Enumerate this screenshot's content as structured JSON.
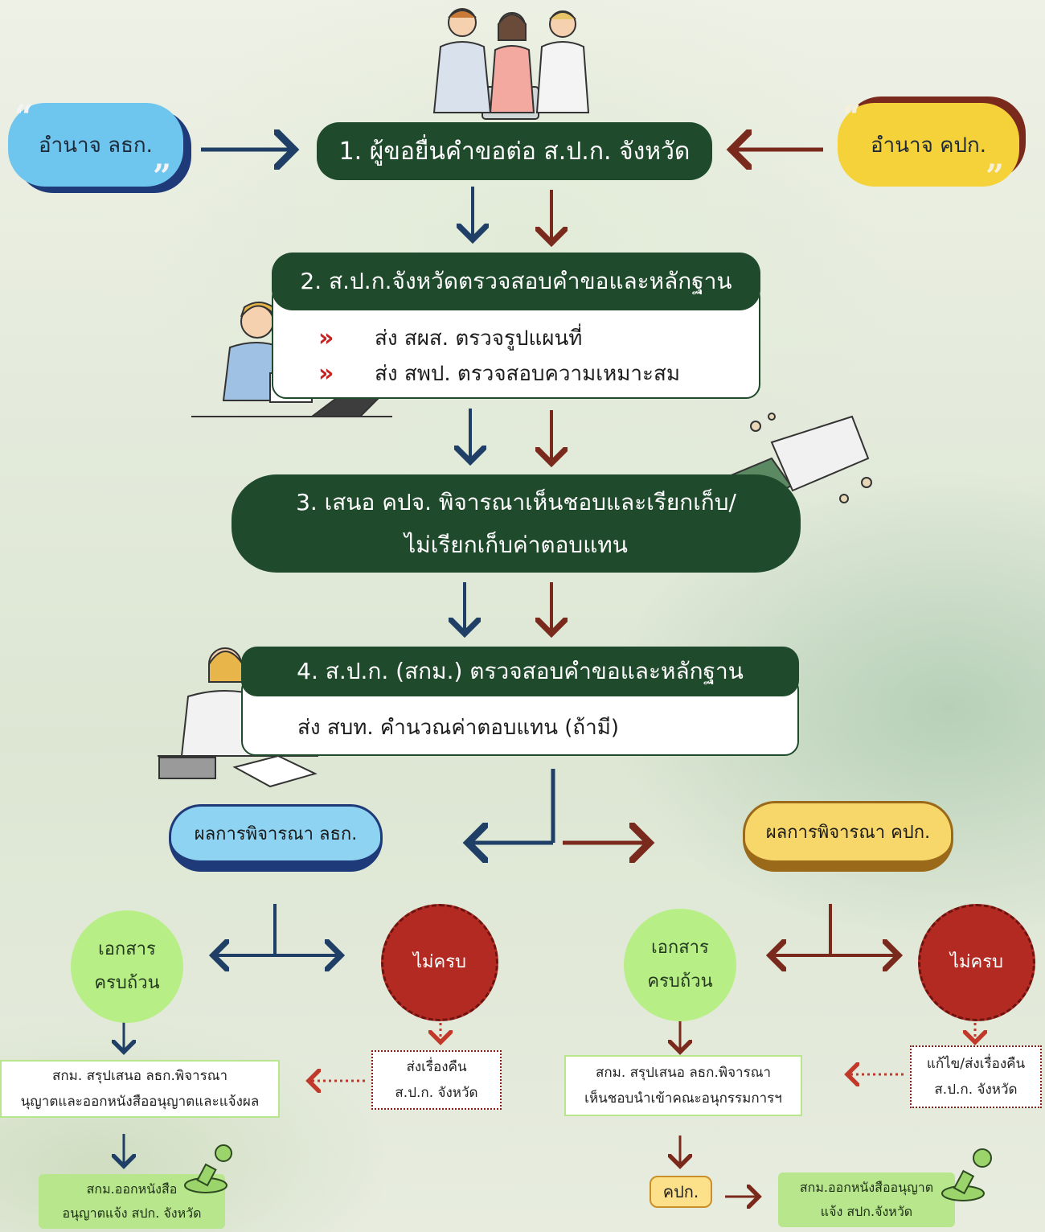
{
  "authority_left": "อำนาจ ลธก.",
  "authority_right": "อำนาจ คปก.",
  "steps": {
    "step1": "1. ผู้ขอยื่นคำขอต่อ ส.ป.ก. จังหวัด",
    "step2": "2. ส.ป.ก.จังหวัดตรวจสอบคำขอและหลักฐาน",
    "step2_items": [
      "ส่ง สผส. ตรวจรูปแผนที่",
      "ส่ง สพป. ตรวจสอบความเหมาะสม"
    ],
    "step3_line1": "3. เสนอ คปจ. พิจารณาเห็นชอบและเรียกเก็บ/",
    "step3_line2": "ไม่เรียกเก็บค่าตอบแทน",
    "step4": "4. ส.ป.ก. (สกม.) ตรวจสอบคำขอและหลักฐาน",
    "step4_item": "ส่ง สบท. คำนวณค่าตอบแทน (ถ้ามี)"
  },
  "result_left": "ผลการพิจารณา ลธก.",
  "result_right": "ผลการพิจารณา คปก.",
  "left_branch": {
    "complete_line1": "เอกสาร",
    "complete_line2": "ครบถ้วน",
    "incomplete": "ไม่ครบ",
    "return_line1": "ส่งเรื่องคืน",
    "return_line2": "ส.ป.ก. จังหวัด",
    "summary_line1": "สกม. สรุปเสนอ ลธก.พิจารณา",
    "summary_line2": "นุญาตและออกหนังสืออนุญาตและแจ้งผล",
    "final_line1": "สกม.ออกหนังสือ",
    "final_line2": "อนุญาตแจ้ง สปก. จังหวัด"
  },
  "right_branch": {
    "complete_line1": "เอกสาร",
    "complete_line2": "ครบถ้วน",
    "incomplete": "ไม่ครบ",
    "return_line1": "แก้ไข/ส่งเรื่องคืน",
    "return_line2": "ส.ป.ก. จังหวัด",
    "summary_line1": "สกม. สรุปเสนอ ลธก.พิจารณา",
    "summary_line2": "เห็นชอบนำเข้าคณะอนุกรรมการฯ",
    "kp_tag": "คปก.",
    "final_line1": "สกม.ออกหนังสืออนุญาต",
    "final_line2": "แจ้ง สปก.จังหวัด"
  },
  "colors": {
    "dark_green": "#1f4a2c",
    "navy_arrow": "#1f3f66",
    "brown_arrow": "#7a2a1c",
    "blue_bubble": "#6ec6ee",
    "yellow_bubble": "#f5d23a",
    "light_green_circle": "#b8ee86",
    "red_circle": "#b22a22"
  }
}
